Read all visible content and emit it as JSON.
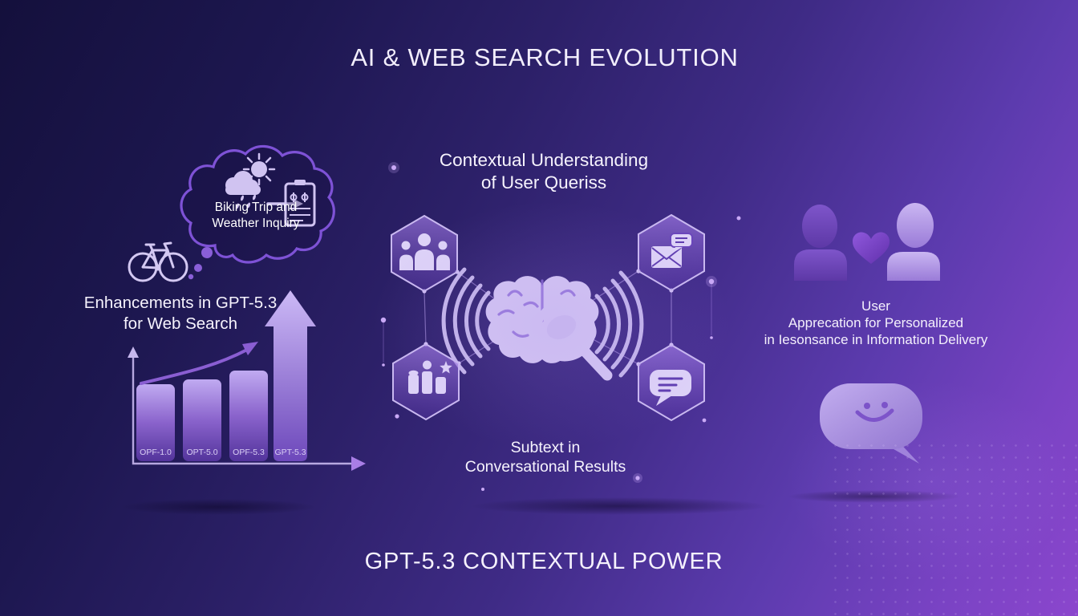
{
  "title": "AI & WEB SEARCH EVOLUTION",
  "footer": {
    "title": "GPT-5.3 CONTEXTUAL POWER"
  },
  "colors": {
    "background_dark": "#15113e",
    "background_bright": "#8b46cd",
    "accent_outline": "#7e52d6",
    "icon_lavender": "#d0c3f1",
    "text": "#f2eefc"
  },
  "left_panel": {
    "thought_bubble": {
      "text_line1": "Biking Trip and",
      "text_line2": "Weather Inquiry",
      "icons": [
        "cloud-icon",
        "sun-icon",
        "rain-icon",
        "arrow-right-icon",
        "checklist-icon"
      ]
    },
    "icon": "bicycle-icon",
    "caption_line1": "Enhancements in GPT-5.3",
    "caption_line2": "for Web Search",
    "chart_data": {
      "type": "bar",
      "categories": [
        "OPF-1.0",
        "OPT-5.0",
        "OPF-5.3",
        "GPT-5.3"
      ],
      "values": [
        45,
        48,
        53,
        100
      ],
      "values_note": "relative bar heights in % of tallest; no numeric axis shown; last bar drawn as a rising arrow",
      "title": "",
      "xlabel": "",
      "ylabel": "",
      "grid": false,
      "legend": false,
      "trend_annotation": "curved growth arrow rising left to right"
    }
  },
  "center_panel": {
    "heading_line1": "Contextual Understanding",
    "heading_line2": "of User Queriss",
    "center_icon": "brain-search-icon",
    "hexagons": [
      {
        "position": "top-left",
        "icon": "team-icon"
      },
      {
        "position": "bottom-left",
        "icon": "ranking-chart-icon"
      },
      {
        "position": "top-right",
        "icon": "mail-chat-icon"
      },
      {
        "position": "bottom-right",
        "icon": "chat-bubble-icon"
      }
    ],
    "caption_line1": "Subtext in",
    "caption_line2": "Conversational Results"
  },
  "right_panel": {
    "icons": [
      "users-heart-icon",
      "smiley-chat-icon"
    ],
    "caption_line1": "User",
    "caption_line2": "Apprecation for Personalized",
    "caption_line3": "in Iesonsance in Information Delivery"
  }
}
